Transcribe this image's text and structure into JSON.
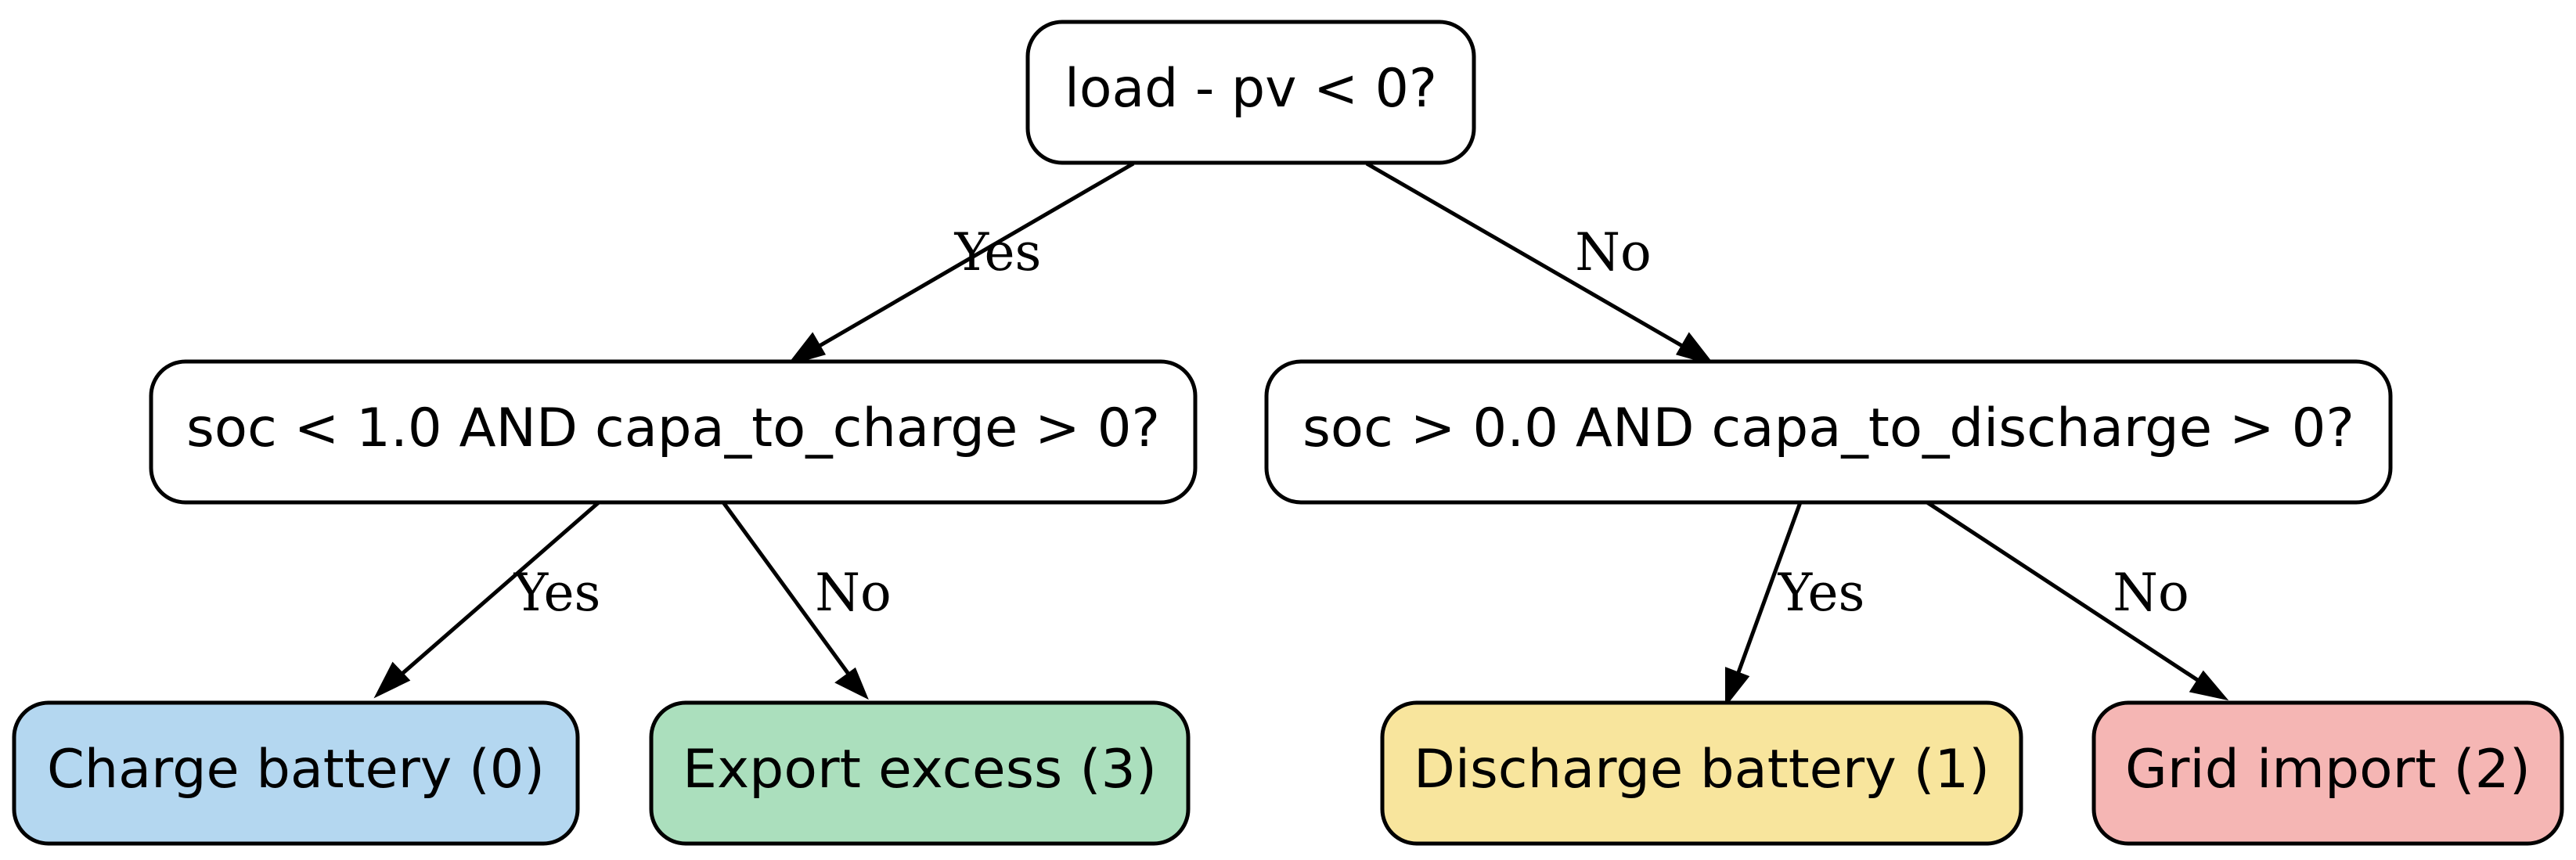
{
  "nodes": {
    "root": {
      "label": "load - pv < 0?",
      "fill": "#ffffff"
    },
    "charge_check": {
      "label": "soc < 1.0 AND capa_to_charge > 0?",
      "fill": "#ffffff"
    },
    "discharge_check": {
      "label": "soc > 0.0 AND capa_to_discharge > 0?",
      "fill": "#ffffff"
    },
    "charge_battery": {
      "label": "Charge battery (0)",
      "fill": "#b4d7f0"
    },
    "export_excess": {
      "label": "Export excess (3)",
      "fill": "#abdfbd"
    },
    "discharge_battery": {
      "label": "Discharge battery (1)",
      "fill": "#f8e59d"
    },
    "grid_import": {
      "label": "Grid import (2)",
      "fill": "#f5b6b4"
    }
  },
  "edges": {
    "root_yes": {
      "label": "Yes"
    },
    "root_no": {
      "label": "No"
    },
    "charge_yes": {
      "label": "Yes"
    },
    "charge_no": {
      "label": "No"
    },
    "discharge_yes": {
      "label": "Yes"
    },
    "discharge_no": {
      "label": "No"
    }
  }
}
